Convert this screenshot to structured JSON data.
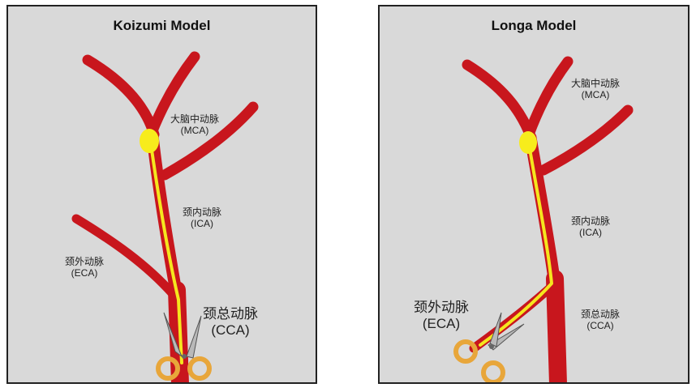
{
  "colors": {
    "artery": "#c8161d",
    "thread": "#f5e61e",
    "clot": "#f7ec1c",
    "panel_bg": "#d9d9d9",
    "scissor_handle": "#e8a63a",
    "scissor_blade": "#b9b9b9"
  },
  "left": {
    "title": "Koizumi Model",
    "mca": {
      "cn": "大脑中动脉",
      "abbr": "(MCA)"
    },
    "ica": {
      "cn": "颈内动脉",
      "abbr": "(ICA)"
    },
    "eca": {
      "cn": "颈外动脉",
      "abbr": "(ECA)"
    },
    "cca": {
      "cn": "颈总动脉",
      "abbr": "(CCA)"
    }
  },
  "right": {
    "title": "Longa Model",
    "mca": {
      "cn": "大脑中动脉",
      "abbr": "(MCA)"
    },
    "ica": {
      "cn": "颈内动脉",
      "abbr": "(ICA)"
    },
    "eca": {
      "cn": "颈外动脉",
      "abbr": "(ECA)"
    },
    "cca": {
      "cn": "颈总动脉",
      "abbr": "(CCA)"
    }
  }
}
